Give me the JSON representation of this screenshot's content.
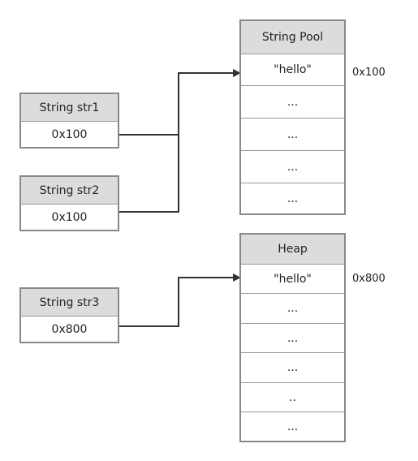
{
  "variables": [
    {
      "name": "String str1",
      "value": "0x100"
    },
    {
      "name": "String str2",
      "value": "0x100"
    },
    {
      "name": "String str3",
      "value": "0x800"
    }
  ],
  "string_pool": {
    "title": "String Pool",
    "address": "0x100",
    "cells": [
      "\"hello\"",
      "...",
      "...",
      "...",
      "..."
    ]
  },
  "heap": {
    "title": "Heap",
    "address": "0x800",
    "cells": [
      "\"hello\"",
      "...",
      "...",
      "...",
      "..",
      "..."
    ]
  },
  "colors": {
    "header_fill": "#dcdcdc",
    "border": "#888888",
    "arrow": "#333333"
  }
}
